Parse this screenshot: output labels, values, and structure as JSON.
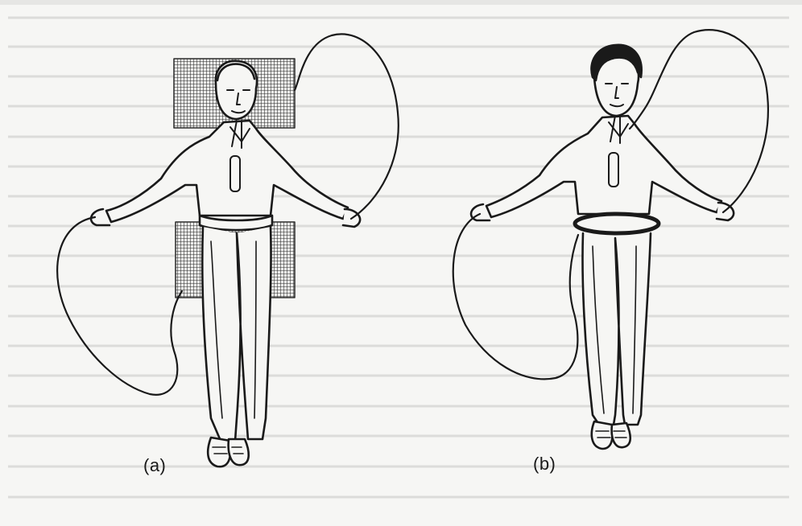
{
  "figure": {
    "panels": [
      {
        "id": "a",
        "caption": "(a)"
      },
      {
        "id": "b",
        "caption": "(b)"
      }
    ]
  },
  "colors": {
    "background": "#f6f6f4",
    "ink": "#1a1a1a",
    "background_text": "#b9b9b7",
    "hatch": "#2a2a2a"
  }
}
